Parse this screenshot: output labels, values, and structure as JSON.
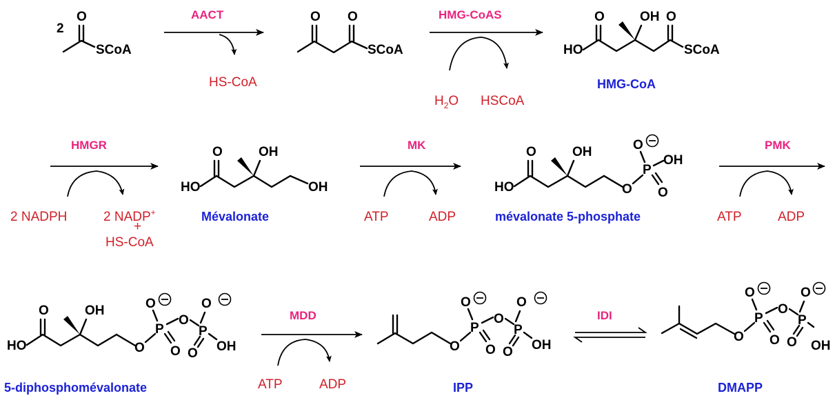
{
  "enzymes": {
    "aact": "AACT",
    "hmgcoas": "HMG-CoAS",
    "hmgr": "HMGR",
    "mk": "MK",
    "pmk": "PMK",
    "mdd": "MDD",
    "idi": "IDI"
  },
  "cofactors": {
    "hscoa_1": "HS-CoA",
    "h2o_base": "H",
    "h2o_sub": "2",
    "h2o_tail": "O",
    "hscoa_2": "HSCoA",
    "nadph": "2 NADPH",
    "nadp": "2 NADP",
    "nadp_sup": "+",
    "plus": "+",
    "hscoa_3": "HS-CoA",
    "atp_1": "ATP",
    "adp_1": "ADP",
    "atp_2": "ATP",
    "adp_2": "ADP",
    "atp_3": "ATP",
    "adp_3": "ADP"
  },
  "compounds": {
    "hmg_coa": "HMG-CoA",
    "mevalonate": "Mévalonate",
    "mevalonate_5p": "mévalonate 5-phosphate",
    "diphospho": "5-diphosphomévalonate",
    "ipp": "IPP",
    "dmapp": "DMAPP"
  },
  "atoms": {
    "coeff": "2",
    "o": "O",
    "scoa": "SCoA",
    "ho": "HO",
    "oh": "OH",
    "p": "P",
    "minus": "−"
  },
  "colors": {
    "enzyme": "#e8247f",
    "cofactor": "#d0202a",
    "compound": "#1c22d6"
  }
}
